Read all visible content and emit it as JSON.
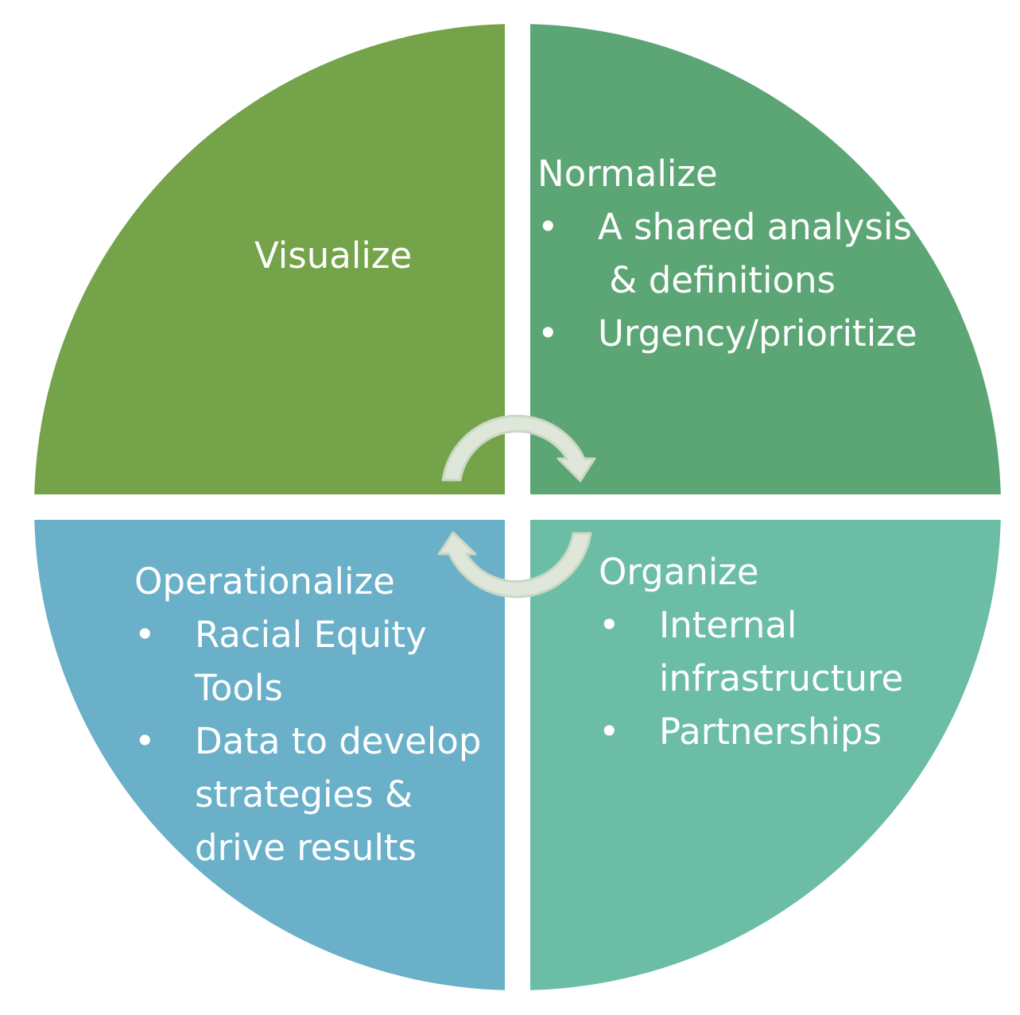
{
  "colors": {
    "visualize": "#74a349",
    "normalize": "#5ca575",
    "organize": "#6bbea5",
    "operationalize": "#6ab0c9",
    "arrow_fill": "#dfe7da",
    "arrow_stroke": "#c9d7c3"
  },
  "quadrants": {
    "visualize": {
      "title": "Visualize"
    },
    "normalize": {
      "title": "Normalize",
      "bullet_char": "•",
      "items": [
        {
          "lines": [
            "A shared analysis",
            " & definitions"
          ]
        },
        {
          "lines": [
            "Urgency/prioritize"
          ]
        }
      ]
    },
    "organize": {
      "title": "Organize",
      "bullet_char": "•",
      "items": [
        {
          "lines": [
            "Internal",
            "infrastructure"
          ]
        },
        {
          "lines": [
            "Partnerships"
          ]
        }
      ]
    },
    "operationalize": {
      "title": "Operationalize",
      "bullet_char": "•",
      "items": [
        {
          "lines": [
            "Racial Equity",
            "Tools"
          ]
        },
        {
          "lines": [
            "Data to develop",
            "strategies &",
            "drive results"
          ]
        }
      ]
    }
  },
  "icons": {
    "top_arrow": "curved-arrow-clockwise-icon",
    "bottom_arrow": "curved-arrow-clockwise-icon"
  }
}
